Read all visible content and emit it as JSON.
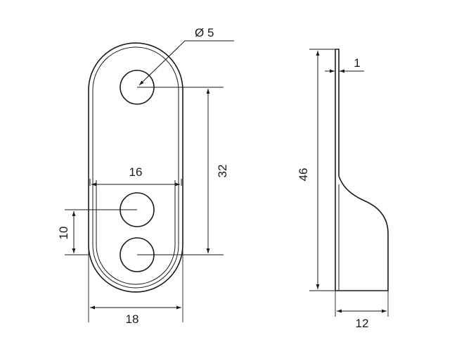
{
  "dimensions": {
    "hole_diameter": "Ø 5",
    "hole_spacing": "32",
    "inner_width": "16",
    "outer_width": "18",
    "hole_offset": "10",
    "height": "46",
    "thickness": "1",
    "depth": "12"
  }
}
